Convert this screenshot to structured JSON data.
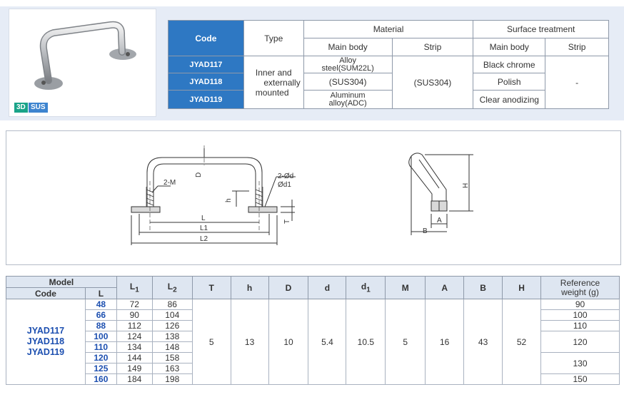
{
  "badges": {
    "d3": "3D",
    "sus": "SUS"
  },
  "spec": {
    "header": {
      "code": "Code",
      "type": "Type",
      "material": "Material",
      "surface": "Surface treatment",
      "main_body": "Main body",
      "strip": "Strip"
    },
    "codes": [
      "JYAD117",
      "JYAD118",
      "JYAD119"
    ],
    "type_value": [
      "Inner and",
      "externally",
      "mounted"
    ],
    "material_main": [
      [
        "Alloy",
        "steel(SUM22L)"
      ],
      [
        "(SUS304)"
      ],
      [
        "Aluminum",
        "alloy(ADC)"
      ]
    ],
    "material_strip": "(SUS304)",
    "surface_main": [
      "Black chrome",
      "Polish",
      "Clear anodizing"
    ],
    "surface_strip": "-"
  },
  "drawing": {
    "front": {
      "label_2m": "2-M",
      "label_2d": "2-Ød",
      "label_d1": "Ød1",
      "label_D": "D",
      "label_h": "h",
      "label_T": "T",
      "label_L": "L",
      "label_L1": "L1",
      "label_L2": "L2"
    },
    "side": {
      "label_H": "H",
      "label_A": "A",
      "label_B": "B"
    }
  },
  "dims": {
    "header": {
      "model": "Model",
      "code": "Code",
      "l": "L",
      "l1": "L1",
      "l2": "L2",
      "t": "T",
      "h": "h",
      "d_big": "D",
      "d": "d",
      "d1": "d1",
      "m": "M",
      "a": "A",
      "b": "B",
      "hh": "H",
      "weight": [
        "Reference",
        "weight (g)"
      ]
    },
    "codes": [
      "JYAD117",
      "JYAD118",
      "JYAD119"
    ],
    "rows": [
      {
        "l": "48",
        "l1": "72",
        "l2": "86"
      },
      {
        "l": "66",
        "l1": "90",
        "l2": "104"
      },
      {
        "l": "88",
        "l1": "112",
        "l2": "126"
      },
      {
        "l": "100",
        "l1": "124",
        "l2": "138"
      },
      {
        "l": "110",
        "l1": "134",
        "l2": "148"
      },
      {
        "l": "120",
        "l1": "144",
        "l2": "158"
      },
      {
        "l": "125",
        "l1": "149",
        "l2": "163"
      },
      {
        "l": "160",
        "l1": "184",
        "l2": "198"
      }
    ],
    "common": {
      "t": "5",
      "h": "13",
      "d_big": "10",
      "d": "5.4",
      "d1": "10.5",
      "m": "5",
      "a": "16",
      "b": "43",
      "hh": "52"
    },
    "weights": [
      "90",
      "100",
      "110",
      "120",
      "130",
      "150"
    ]
  }
}
